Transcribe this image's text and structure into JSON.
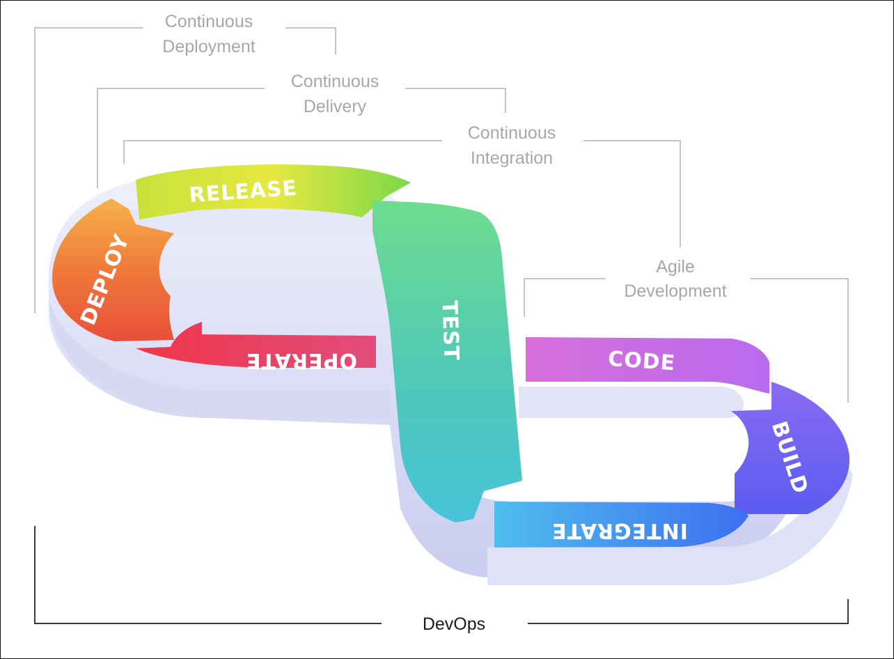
{
  "brackets": {
    "continuous_deployment": [
      "Continuous",
      "Deployment"
    ],
    "continuous_delivery": [
      "Continuous",
      "Delivery"
    ],
    "continuous_integration": [
      "Continuous",
      "Integration"
    ],
    "agile_development": [
      "Agile",
      "Development"
    ],
    "devops": "DevOps"
  },
  "segments": {
    "release": "RELEASE",
    "deploy": "DEPLOY",
    "operate": "OPERATE",
    "test": "TEST",
    "code": "CODE",
    "build": "BUILD",
    "integrate": "INTEGRATE"
  },
  "colors": {
    "release": [
      "#c8e23a",
      "#f0e040",
      "#7bd84a"
    ],
    "deploy": [
      "#f7b24a",
      "#ef7a3a",
      "#e8503a"
    ],
    "operate": [
      "#f0354a",
      "#e24d7a"
    ],
    "test": [
      "#6fdc8e",
      "#4fc9b8",
      "#48c4d8"
    ],
    "code": [
      "#d86fdc",
      "#b86bef"
    ],
    "build": [
      "#8a6bf2",
      "#5a5cf0"
    ],
    "integrate": [
      "#4fa6ef",
      "#3d6ff0"
    ],
    "base_edge": "#c9cbef",
    "bracket_gray": "#c4c4c4",
    "bracket_dark": "#3a3a3a"
  }
}
